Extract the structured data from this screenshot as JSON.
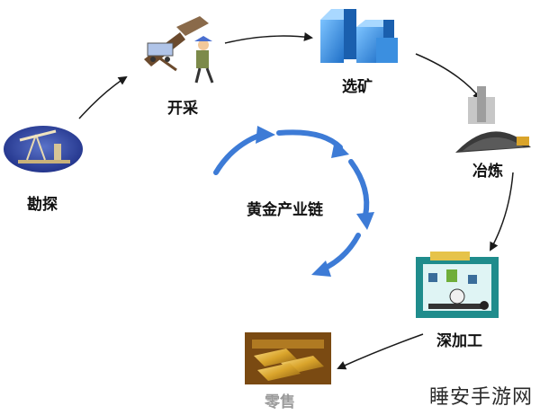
{
  "stages": [
    {
      "id": "explore",
      "label": "勘探",
      "icon": "oil-pump-icon"
    },
    {
      "id": "mine",
      "label": "开采",
      "icon": "miner-cart-icon"
    },
    {
      "id": "beneficiate",
      "label": "选矿",
      "icon": "blue-buildings-icon"
    },
    {
      "id": "smelt",
      "label": "冶炼",
      "icon": "smelter-heap-icon"
    },
    {
      "id": "process",
      "label": "深加工",
      "icon": "factory-machine-icon"
    },
    {
      "id": "retail",
      "label": "零售",
      "icon": "gold-bars-icon"
    }
  ],
  "center_title": "黄金产业链",
  "watermark": "睡安手游网",
  "colors": {
    "cycle_arrow": "#3d7bd6",
    "flow_arrow": "#1a1a1a",
    "buildings": "#2f86d9",
    "gold": "#d9a42b"
  }
}
